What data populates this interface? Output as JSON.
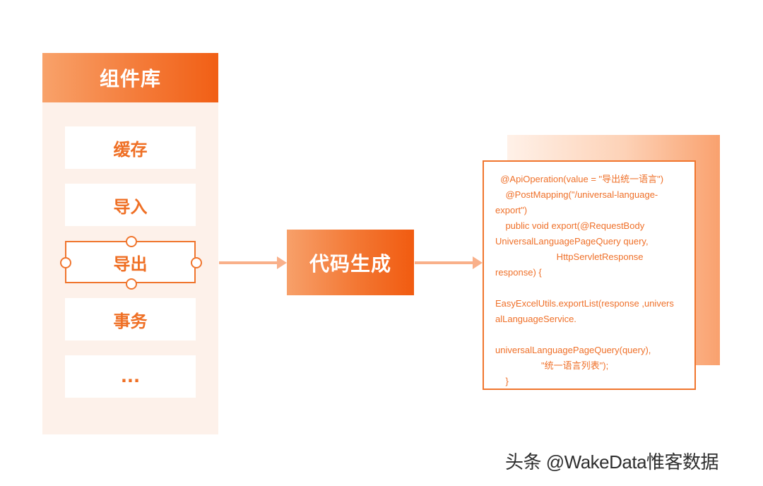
{
  "library": {
    "title": "组件库",
    "items": [
      {
        "label": "缓存"
      },
      {
        "label": "导入"
      },
      {
        "label": "导出",
        "selected": true
      },
      {
        "label": "事务"
      },
      {
        "label": "..."
      }
    ]
  },
  "generator": {
    "label": "代码生成"
  },
  "code": {
    "lines": [
      "  @ApiOperation(value = \"导出统一语言\")",
      "    @PostMapping(\"/universal-language-",
      "export\")",
      "    public void export(@RequestBody",
      "UniversalLanguagePageQuery query,",
      "                        HttpServletResponse",
      "response) {",
      "",
      "EasyExcelUtils.exportList(response ,univers",
      "alLanguageService.",
      "",
      "universalLanguagePageQuery(query),",
      "                  \"统一语言列表\");",
      "    }"
    ]
  },
  "watermark": "头条 @WakeData惟客数据",
  "colors": {
    "accent": "#f0752d",
    "panel_bg": "#fdf1ea",
    "arrow": "#f9b08a"
  }
}
